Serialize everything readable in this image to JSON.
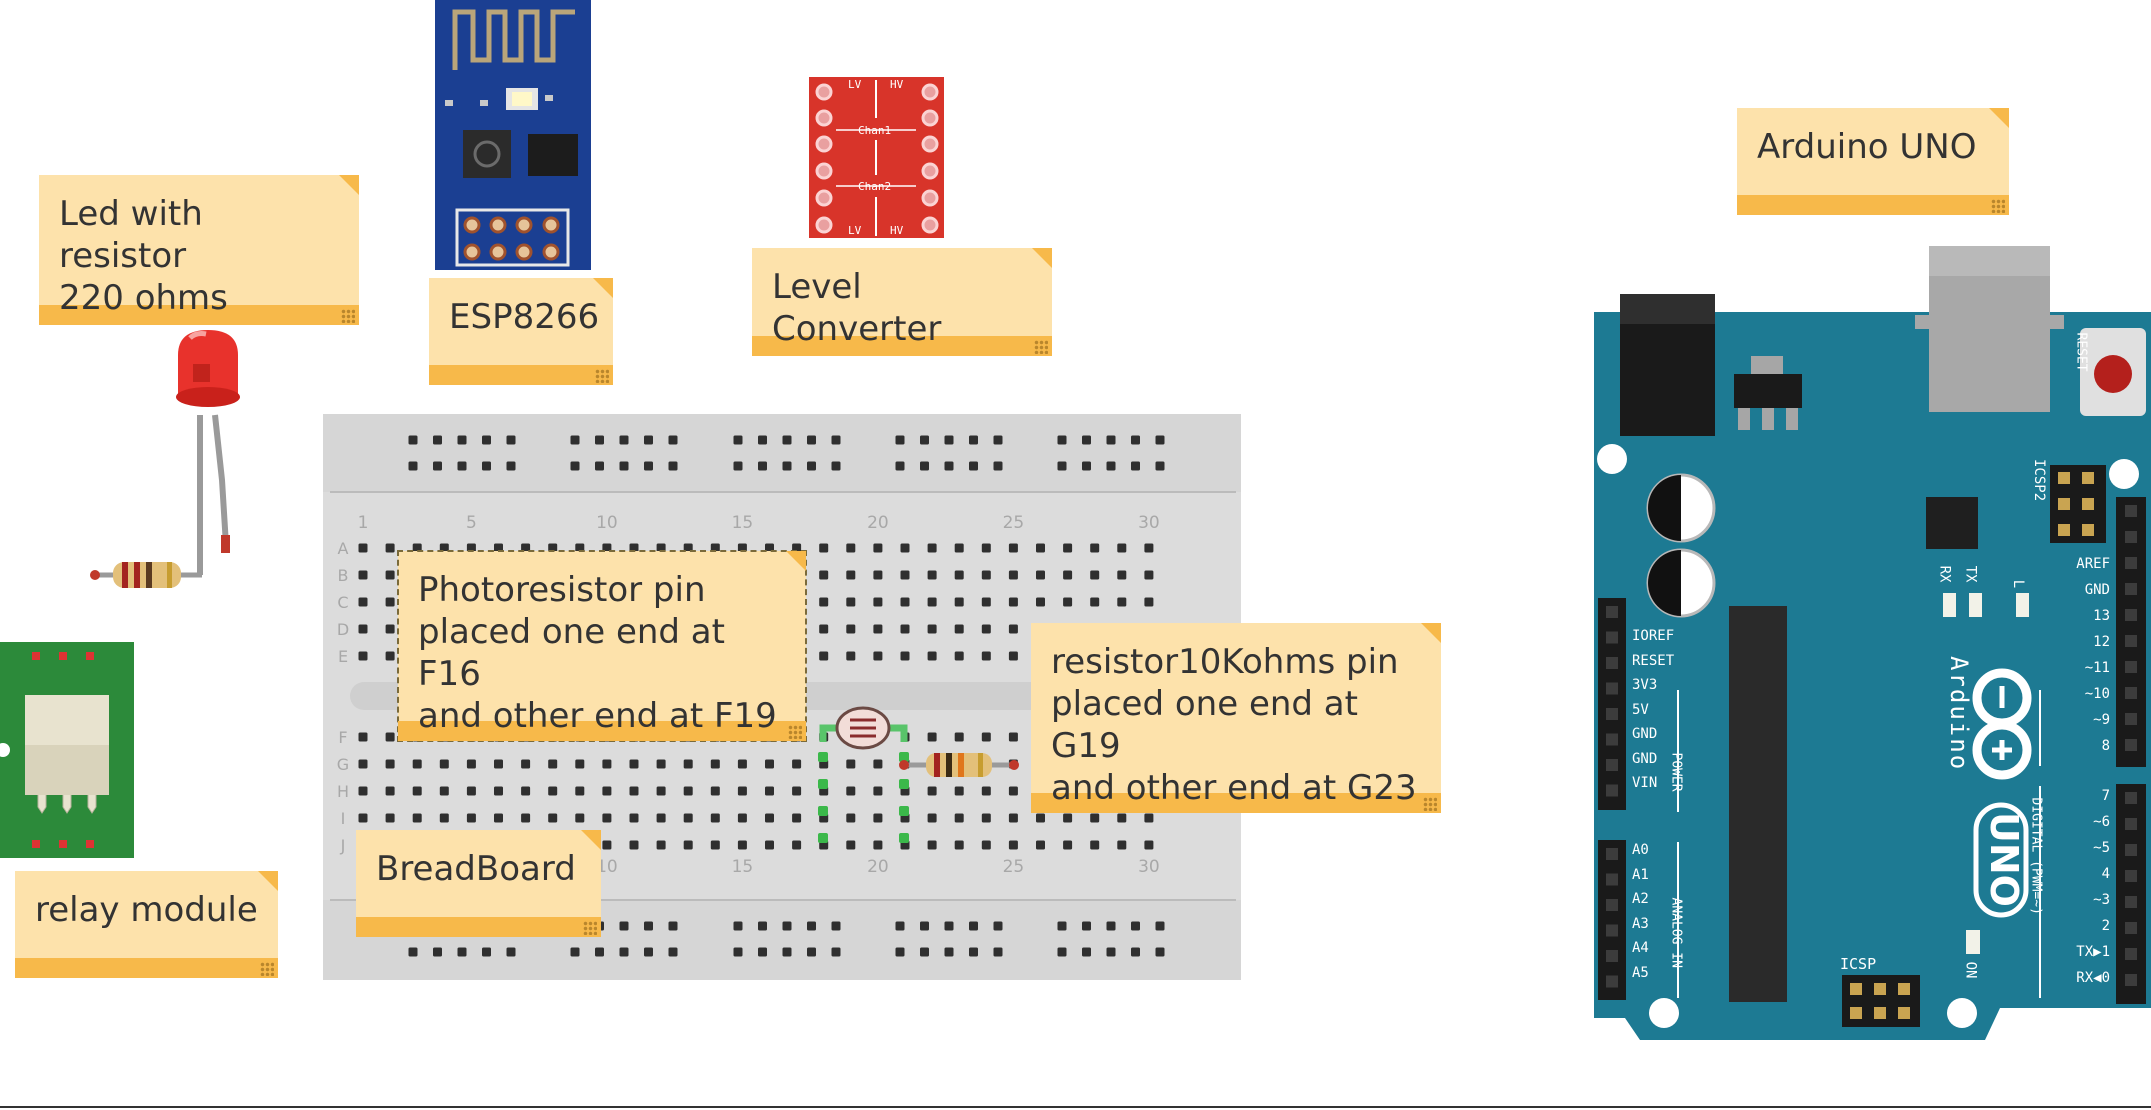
{
  "notes": {
    "led": "Led with resistor\n220 ohms",
    "esp": "ESP8266",
    "level": "Level Converter",
    "arduino": "Arduino UNO",
    "photo": "Photoresistor pin\nplaced one end at F16\nand other end at F19",
    "resistor": "resistor10Kohms pin\nplaced one end at G19\nand other end at G23",
    "breadboard": "BreadBoard",
    "relay": "relay module"
  },
  "breadboard": {
    "col_labels": [
      "1",
      "5",
      "10",
      "15",
      "20",
      "25",
      "30"
    ],
    "row_labels": [
      "A",
      "B",
      "C",
      "D",
      "E",
      "F",
      "G",
      "H",
      "I",
      "J"
    ]
  },
  "level_converter": {
    "labels": [
      "LV",
      "HV",
      "Chan1",
      "Chan2",
      "LV",
      "HV"
    ]
  },
  "arduino_labels": {
    "reset": "RESET",
    "icsp2": "ICSP2",
    "icsp": "ICSP",
    "brand": "Arduino",
    "model": "UNO",
    "tx": "TX",
    "rx": "RX",
    "l": "L",
    "on": "ON",
    "power_header": [
      "IOREF",
      "RESET",
      "3V3",
      "5V",
      "GND",
      "GND",
      "VIN"
    ],
    "power": "POWER",
    "analog_header": [
      "A0",
      "A1",
      "A2",
      "A3",
      "A4",
      "A5"
    ],
    "analog": "ANALOG IN",
    "digital_header": [
      "AREF",
      "GND",
      "13",
      "12",
      "~11",
      "~10",
      "~9",
      "8",
      "7",
      "~6",
      "~5",
      "4",
      "~3",
      "2",
      "TX▶1",
      "RX◀0"
    ],
    "digital": "DIGITAL (PWM=~)"
  },
  "colors": {
    "note_bg": "#fde2ab",
    "note_band": "#f7b94a",
    "arduino": "#1d7a93",
    "level_converter": "#d8342a",
    "esp": "#1b3f92",
    "relay": "#2c8a3a",
    "breadboard": "#dcdcdc"
  }
}
